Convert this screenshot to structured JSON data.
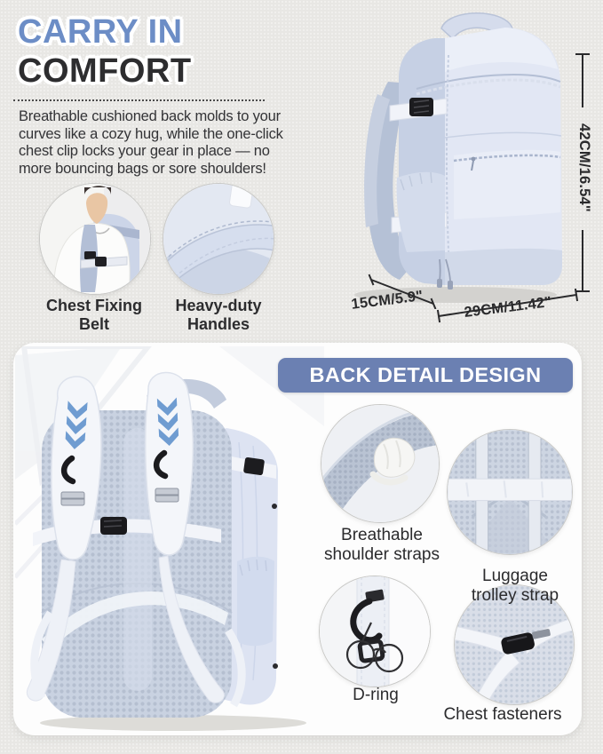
{
  "colors": {
    "accent_blue": "#6c8dc6",
    "heading_dark": "#2d2d2f",
    "banner_blue": "#6b80b2",
    "chevron_blue": "#6f9cd1",
    "backpack_light": "#e1e6f3"
  },
  "top_section": {
    "heading_line1": "CARRY IN",
    "heading_line2": "COMFORT",
    "paragraph_lines": [
      "Breathable cushioned back molds to your",
      "curves like a cozy hug, while the one-click",
      "chest clip locks your gear in place — no",
      "more bouncing bags or sore shoulders!"
    ],
    "callouts": [
      {
        "label": "Chest Fixing Belt"
      },
      {
        "label": "Heavy-duty Handles"
      }
    ],
    "dimensions": {
      "height_label": "42CM/16.54\"",
      "depth_label": "15CM/5.9\"",
      "width_label": "29CM/11.42\""
    }
  },
  "back_section": {
    "banner_label": "BACK DETAIL DESIGN",
    "features": [
      {
        "label": "Breathable shoulder straps"
      },
      {
        "label": "Luggage trolley strap"
      },
      {
        "label": "D-ring"
      },
      {
        "label": "Chest fasteners"
      }
    ]
  }
}
